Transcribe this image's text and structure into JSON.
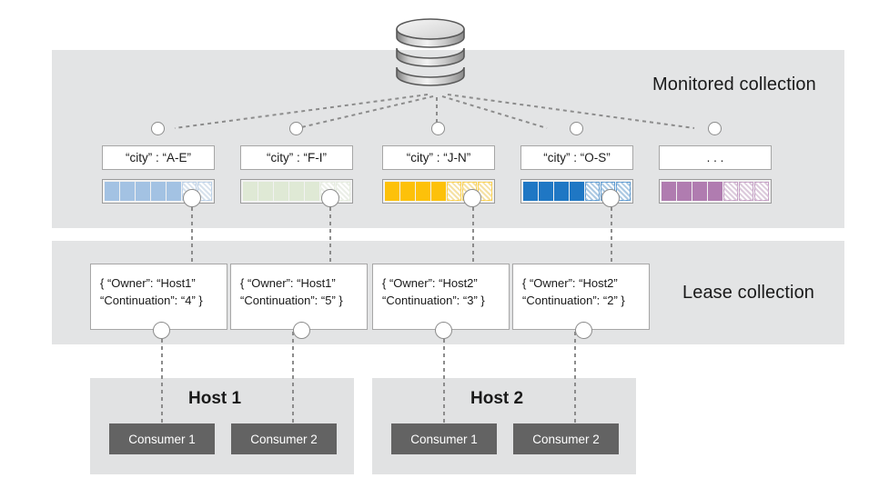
{
  "diagram": {
    "title_icon": "database-icon",
    "sections": [
      {
        "id": "monitored",
        "label": "Monitored collection"
      },
      {
        "id": "lease",
        "label": "Lease collection"
      }
    ]
  },
  "monitored_collection": {
    "label": "Monitored collection",
    "partitions": [
      {
        "label": "“city” : “A-E”",
        "fill_color": "#a3c2e3",
        "filled_cells": 5,
        "empty_cells": 2,
        "total_cells": 7,
        "has_marker": true
      },
      {
        "label": "“city” : “F-I”",
        "fill_color": "#dfe9d5",
        "filled_cells": 5,
        "empty_cells": 2,
        "total_cells": 7,
        "has_marker": true
      },
      {
        "label": "“city” : “J-N”",
        "fill_color": "#fdc10a",
        "filled_cells": 4,
        "empty_cells": 3,
        "total_cells": 7,
        "has_marker": true
      },
      {
        "label": "“city” : “O-S”",
        "fill_color": "#1f77c4",
        "filled_cells": 4,
        "empty_cells": 3,
        "total_cells": 7,
        "has_marker": true
      },
      {
        "label": ". . .",
        "fill_color": "#b07cb0",
        "filled_cells": 4,
        "empty_cells": 3,
        "total_cells": 7,
        "has_marker": false
      }
    ]
  },
  "lease_collection": {
    "label": "Lease collection",
    "leases": [
      {
        "line1": "{ “Owner”: “Host1”",
        "line2": "“Continuation”: “4” }",
        "owner": "Host1",
        "continuation": "4"
      },
      {
        "line1": "{ “Owner”: “Host1”",
        "line2": "“Continuation”: “5” }",
        "owner": "Host1",
        "continuation": "5"
      },
      {
        "line1": "{ “Owner”: “Host2”",
        "line2": "“Continuation”: “3” }",
        "owner": "Host2",
        "continuation": "3"
      },
      {
        "line1": "{ “Owner”: “Host2”",
        "line2": "“Continuation”: “2” }",
        "owner": "Host2",
        "continuation": "2"
      }
    ]
  },
  "hosts": [
    {
      "title": "Host 1",
      "consumers": [
        {
          "label": "Consumer 1"
        },
        {
          "label": "Consumer 2"
        }
      ]
    },
    {
      "title": "Host 2",
      "consumers": [
        {
          "label": "Consumer 1"
        },
        {
          "label": "Consumer 2"
        }
      ]
    }
  ],
  "colors": {
    "band_background": "#e3e4e5",
    "host_band_background": "#e1e2e3",
    "consumer_background": "#636363",
    "connector_line": "#8c8c8c",
    "box_border": "#a6a6a6",
    "text": "#1a1a1a"
  }
}
